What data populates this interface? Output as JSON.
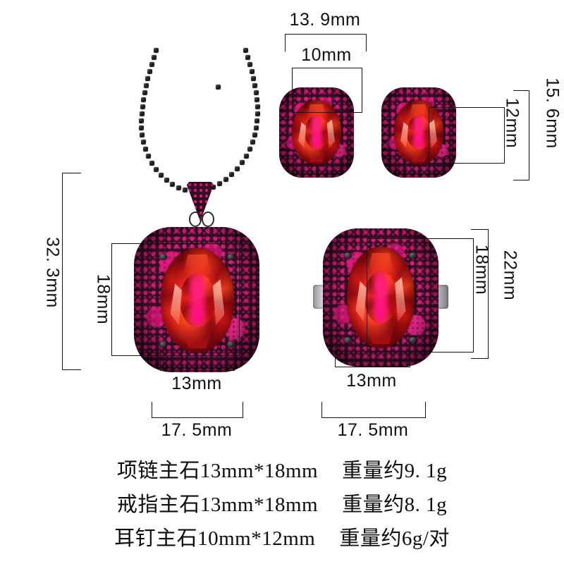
{
  "page": {
    "background": "#ffffff",
    "line_color": "#111111",
    "gem_color": "#d41a18",
    "pave_color": "#d81b78",
    "metal_color": "#2a1020"
  },
  "earrings": {
    "outer_width_label": "13. 9mm",
    "stone_width_label": "10mm",
    "stone_height_label": "12mm",
    "outer_height_label": "15. 6mm"
  },
  "necklace": {
    "outer_height_label": "32. 3mm",
    "stone_height_label": "18mm",
    "stone_width_label": "13mm",
    "outer_width_label": "17. 5mm"
  },
  "ring": {
    "stone_height_label": "18mm",
    "outer_height_label": "22mm",
    "stone_width_label": "13mm",
    "outer_width_label": "17. 5mm"
  },
  "specs": [
    {
      "item": "项链主石13mm*18mm",
      "weight": "重量约9. 1g"
    },
    {
      "item": "戒指主石13mm*18mm",
      "weight": "重量约8. 1g"
    },
    {
      "item": "耳钉主石10mm*12mm",
      "weight": "重量约6g/对"
    }
  ]
}
